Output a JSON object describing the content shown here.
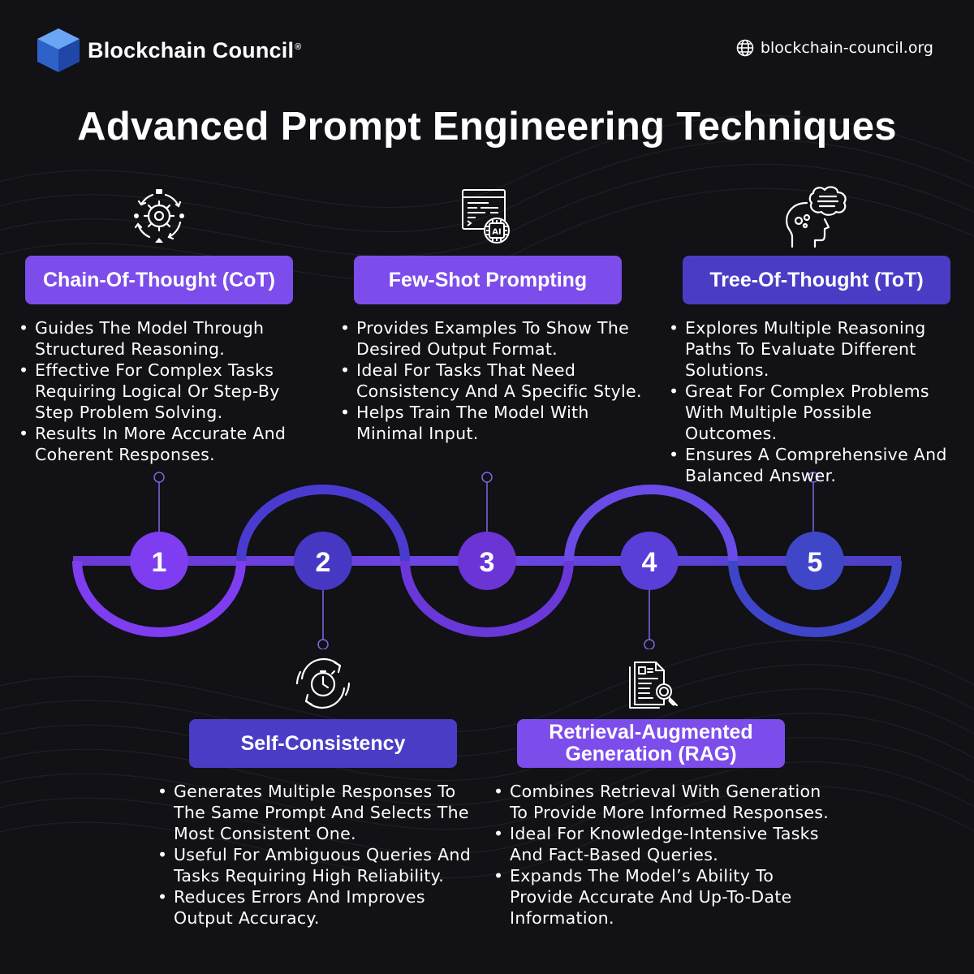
{
  "header": {
    "brand": "Blockchain Council",
    "brand_mark": "®",
    "website": "blockchain-council.org",
    "title": "Advanced Prompt Engineering Techniques"
  },
  "steps": [
    {
      "number": "1",
      "title": "Chain-Of-Thought (CoT)",
      "icon": "gear-cycle-icon",
      "bullets": [
        "Guides The Model Through Structured Reasoning.",
        "Effective For Complex Tasks Requiring Logical Or Step-By Step Problem Solving.",
        "Results In More Accurate And Coherent Responses."
      ]
    },
    {
      "number": "2",
      "title": "Self-Consistency",
      "icon": "clock-cycle-icon",
      "bullets": [
        "Generates Multiple Responses To The Same Prompt And Selects The Most Consistent One.",
        "Useful For Ambiguous Queries And Tasks Requiring High Reliability.",
        "Reduces Errors And Improves Output Accuracy."
      ]
    },
    {
      "number": "3",
      "title": "Few-Shot Prompting",
      "icon": "ai-code-window-icon",
      "bullets": [
        "Provides Examples To Show The Desired Output Format.",
        "Ideal For Tasks That Need Consistency And A Specific Style.",
        "Helps Train The Model With Minimal Input."
      ]
    },
    {
      "number": "4",
      "title": "Retrieval-Augmented Generation (RAG)",
      "icon": "document-search-icon",
      "bullets": [
        "Combines Retrieval With Generation To Provide More Informed Responses.",
        "Ideal For Knowledge-Intensive Tasks And Fact-Based Queries.",
        "Expands The Model’s Ability To Provide Accurate And Up-To-Date Information."
      ]
    },
    {
      "number": "5",
      "title": "Tree-Of-Thought (ToT)",
      "icon": "head-thought-icon",
      "bullets": [
        "Explores Multiple Reasoning Paths To Evaluate Different Solutions.",
        "Great For Complex Problems With Multiple Possible Outcomes.",
        "Ensures A Comprehensive And Balanced Answer."
      ]
    }
  ],
  "colors": {
    "background": "#111116",
    "violet": "#7c4deb",
    "indigo": "#4b3cc6",
    "step1": "#7e3df0",
    "step2": "#4738c4",
    "step3": "#6a35d4",
    "step4": "#5b3ed8",
    "step5": "#3f46c8"
  }
}
